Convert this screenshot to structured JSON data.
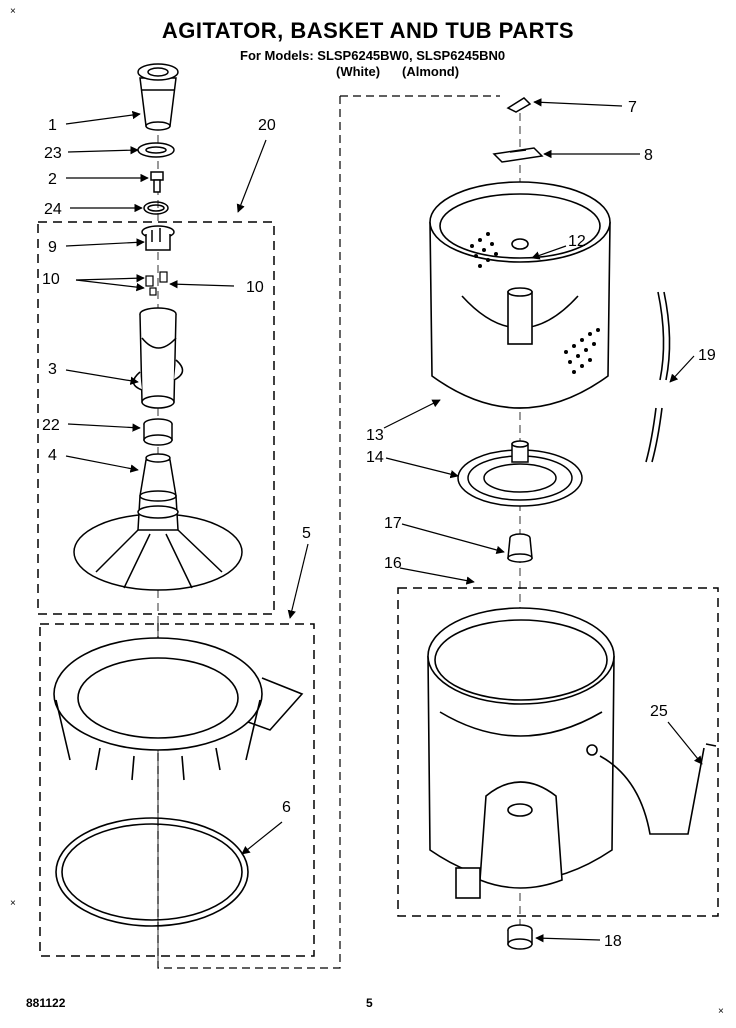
{
  "header": {
    "title": "AGITATOR, BASKET AND TUB PARTS",
    "models": "For Models: SLSP6245BW0, SLSP6245BN0",
    "variant_white": "(White)",
    "variant_almond": "(Almond)"
  },
  "corner_marks": {
    "top_left": "×",
    "bottom_left": "×",
    "bottom_right": "×"
  },
  "footer": {
    "code": "881122",
    "page": "5"
  },
  "callouts": {
    "c1": "1",
    "c23": "23",
    "c2": "2",
    "c24": "24",
    "c20": "20",
    "c9": "9",
    "c10a": "10",
    "c10b": "10",
    "c3": "3",
    "c22": "22",
    "c4": "4",
    "c5": "5",
    "c6": "6",
    "c7": "7",
    "c8": "8",
    "c12": "12",
    "c19": "19",
    "c13": "13",
    "c14": "14",
    "c17": "17",
    "c16": "16",
    "c25": "25",
    "c18": "18"
  }
}
